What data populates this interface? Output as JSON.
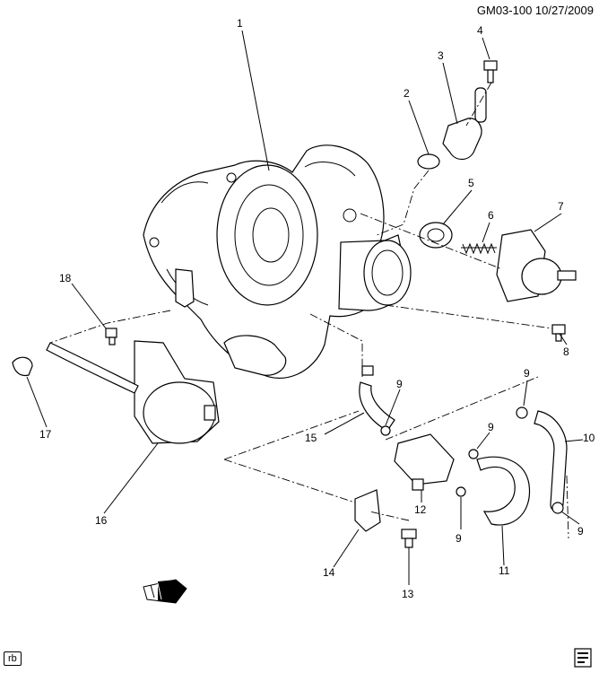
{
  "header": {
    "ref": "GM03-100  10/27/2009"
  },
  "footer": {
    "code": "rb"
  },
  "callouts": [
    {
      "id": "1",
      "label": "1"
    },
    {
      "id": "2",
      "label": "2"
    },
    {
      "id": "3",
      "label": "3"
    },
    {
      "id": "4",
      "label": "4"
    },
    {
      "id": "5",
      "label": "5"
    },
    {
      "id": "6",
      "label": "6"
    },
    {
      "id": "7",
      "label": "7"
    },
    {
      "id": "8",
      "label": "8"
    },
    {
      "id": "9a",
      "label": "9"
    },
    {
      "id": "9b",
      "label": "9"
    },
    {
      "id": "9c",
      "label": "9"
    },
    {
      "id": "9d",
      "label": "9"
    },
    {
      "id": "9e",
      "label": "9"
    },
    {
      "id": "10",
      "label": "10"
    },
    {
      "id": "11",
      "label": "11"
    },
    {
      "id": "12",
      "label": "12"
    },
    {
      "id": "13",
      "label": "13"
    },
    {
      "id": "14",
      "label": "14"
    },
    {
      "id": "15",
      "label": "15"
    },
    {
      "id": "16",
      "label": "16"
    },
    {
      "id": "17",
      "label": "17"
    },
    {
      "id": "18",
      "label": "18"
    }
  ],
  "direction_icon": "front-arrow-icon",
  "corner_icon": "book-icon"
}
